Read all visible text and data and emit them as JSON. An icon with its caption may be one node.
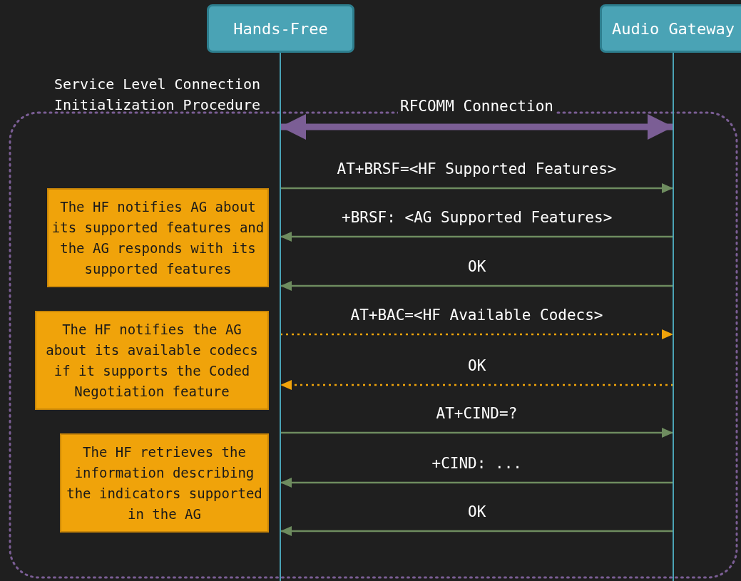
{
  "diagram": {
    "nodes": [
      {
        "text": [
          "Hands-Free"
        ]
      },
      {
        "text": [
          "Audio Gateway"
        ]
      },
      {
        "text": [
          "Service Level Connection Initialization Procedure"
        ]
      },
      {
        "text": [
          "The HF notifies AG about its supported features and the AG responds with its supported features"
        ],
        "in": 2
      },
      {
        "text": [
          "The HF notifies the AG about its available codecs if it supports the Coded Negotiation feature"
        ],
        "in": 2
      },
      {
        "text": [
          "The HF retrieves the information describing the indicators supported in the AG"
        ],
        "in": 2
      }
    ],
    "edges": [
      {
        "from": 0,
        "to": 1,
        "arrow": "both",
        "label": "RFCOMM Connection",
        "style": "thick",
        "color": "#7b5e95"
      },
      {
        "from": 0,
        "to": 1,
        "arrow": "to",
        "label": "AT+BRSF=<HF Supported Features>"
      },
      {
        "from": 1,
        "to": 0,
        "arrow": "to",
        "label": "+BRSF: <AG Supported Features>"
      },
      {
        "from": 1,
        "to": 0,
        "arrow": "to",
        "label": "OK"
      },
      {
        "from": 0,
        "to": 1,
        "arrow": "to",
        "label": "AT+BAC=<HF Available Codecs>",
        "style": "dashed",
        "color": "#f0a30a"
      },
      {
        "from": 1,
        "to": 0,
        "arrow": "to",
        "label": "OK",
        "style": "dashed",
        "color": "#f0a30a"
      },
      {
        "from": 0,
        "to": 1,
        "arrow": "to",
        "label": "AT+CIND=?"
      },
      {
        "from": 1,
        "to": 0,
        "arrow": "to",
        "label": "+CIND: ..."
      },
      {
        "from": 1,
        "to": 0,
        "arrow": "to",
        "label": "OK"
      }
    ]
  }
}
